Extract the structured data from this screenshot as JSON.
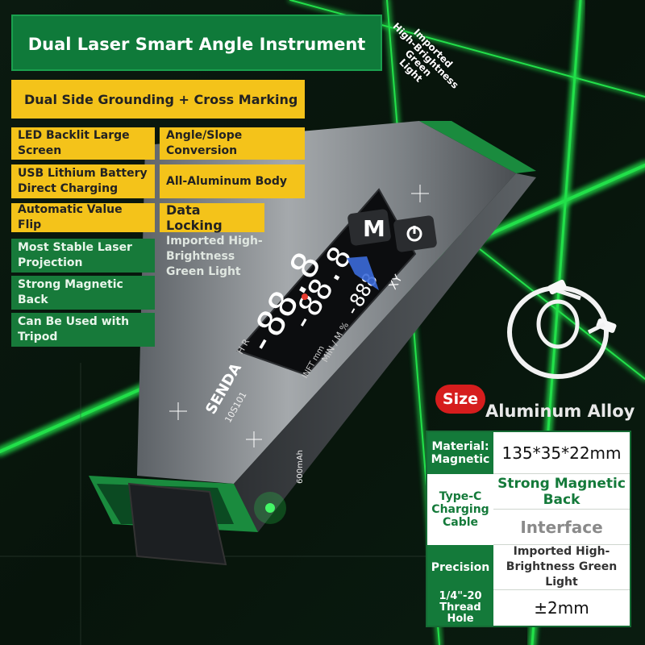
{
  "header": {
    "title": "Dual Laser Smart Angle Instrument",
    "rotated_label": [
      "Imported",
      "High-Brightness",
      "Green",
      "Light"
    ]
  },
  "features": [
    {
      "label": "Dual Side Grounding + Cross Marking",
      "style": "yellow"
    },
    {
      "label": "LED Backlit Large Screen",
      "style": "yellow"
    },
    {
      "label": "Angle/Slope Conversion",
      "style": "yellow"
    },
    {
      "label": "USB Lithium Battery Direct Charging",
      "style": "yellow"
    },
    {
      "label": "All-Aluminum Body",
      "style": "yellow"
    },
    {
      "label": "Automatic Value Flip",
      "style": "yellow"
    },
    {
      "label": "Data Locking",
      "style": "yellow"
    },
    {
      "label": "Most Stable Laser Projection",
      "style": "green"
    },
    {
      "label": "Imported High-Brightness Green Light",
      "style": "plain"
    },
    {
      "label": "Strong Magnetic Back",
      "style": "green"
    },
    {
      "label": "Can Be Used with Tripod",
      "style": "green"
    }
  ],
  "device": {
    "brand": "SENDA",
    "model": "10S101",
    "button_m": "M",
    "display_top": "-888",
    "display_mid": "-88.8",
    "display_bottom": "-88.8",
    "display_xy": "XY",
    "display_hr": "H R",
    "display_units": "MIN / M  %",
    "display_infit": "INFT  mm",
    "battery_text": "600mAh"
  },
  "spec": {
    "size_badge": "Size",
    "material_title": "Aluminum Alloy",
    "rows": [
      {
        "key": "Material:\nMagnetic",
        "value": "135*35*22mm"
      },
      {
        "key": "Type-C Charging Cable",
        "value": "Strong Magnetic Back"
      },
      {
        "key": "",
        "value": "Interface"
      },
      {
        "key": "Precision",
        "value": "Imported High-Brightness Green Light"
      },
      {
        "key": "1/4\"-20 Thread Hole",
        "value": "±2mm"
      }
    ]
  },
  "colors": {
    "laser_green": "#22e04a",
    "brand_green": "#147a3a",
    "accent_yellow": "#f4c31a",
    "badge_red": "#d61d1d"
  }
}
